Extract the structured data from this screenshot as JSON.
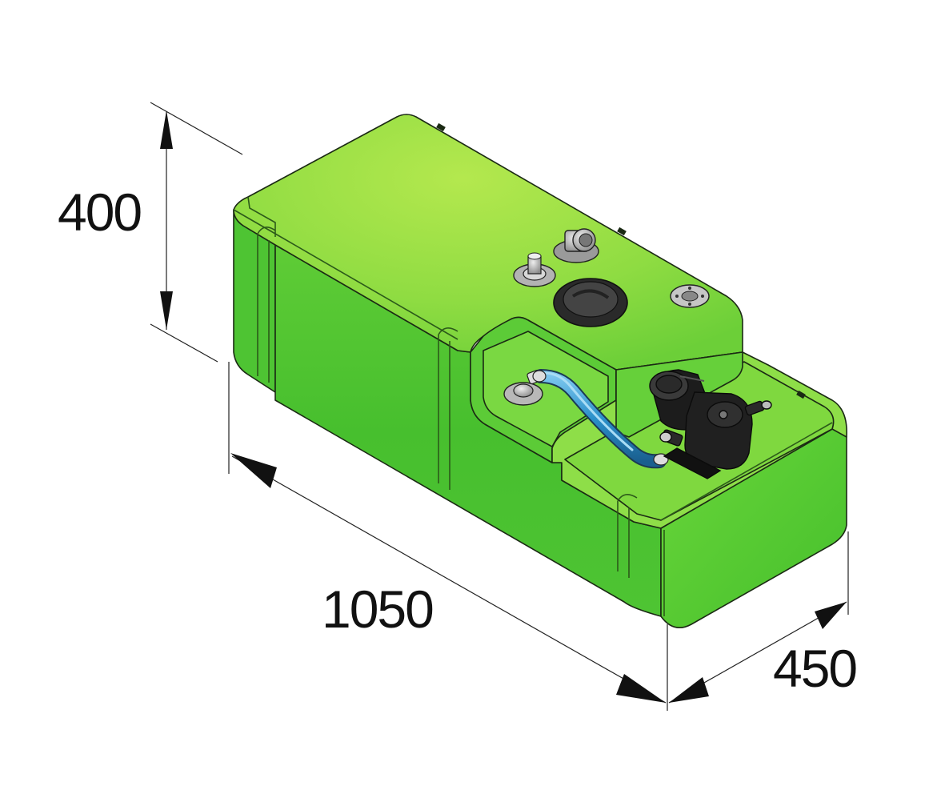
{
  "dimensions": {
    "height": "400",
    "length": "1050",
    "width": "450"
  },
  "colors": {
    "tank_light": "#a6e34a",
    "tank_mid": "#6fd63a",
    "tank_dark": "#3eb42a",
    "outline": "#1b2a14",
    "hose": "#2a8fc9",
    "pump_body": "#1a1a1a",
    "fitting": "#c9c9c9"
  },
  "icons": {
    "inspection_hatch": "round-hatch-icon",
    "pump": "water-pump-icon",
    "hose": "hose-icon",
    "fittings": "hose-fitting-icon"
  }
}
